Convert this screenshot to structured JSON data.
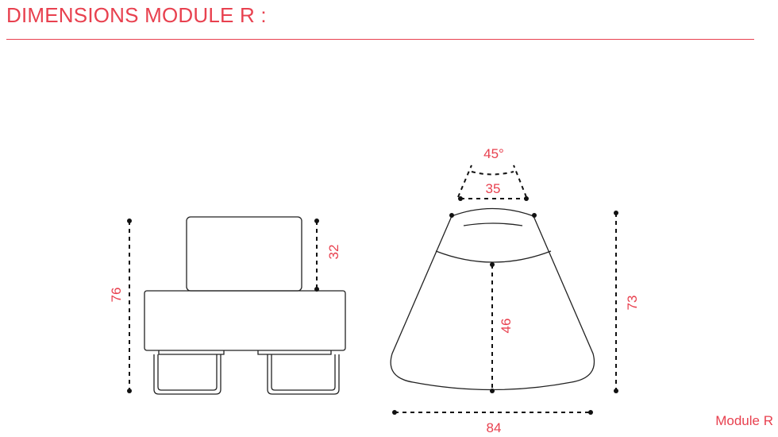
{
  "header": {
    "title": "DIMENSIONS MODULE R :"
  },
  "front_view": {
    "total_height": "76",
    "backrest_height": "32"
  },
  "top_view": {
    "angle": "45°",
    "top_width": "35",
    "depth": "46",
    "total_depth": "73",
    "width": "84"
  },
  "caption": "Module R",
  "colors": {
    "accent": "#e8414f",
    "outline": "#222222"
  }
}
